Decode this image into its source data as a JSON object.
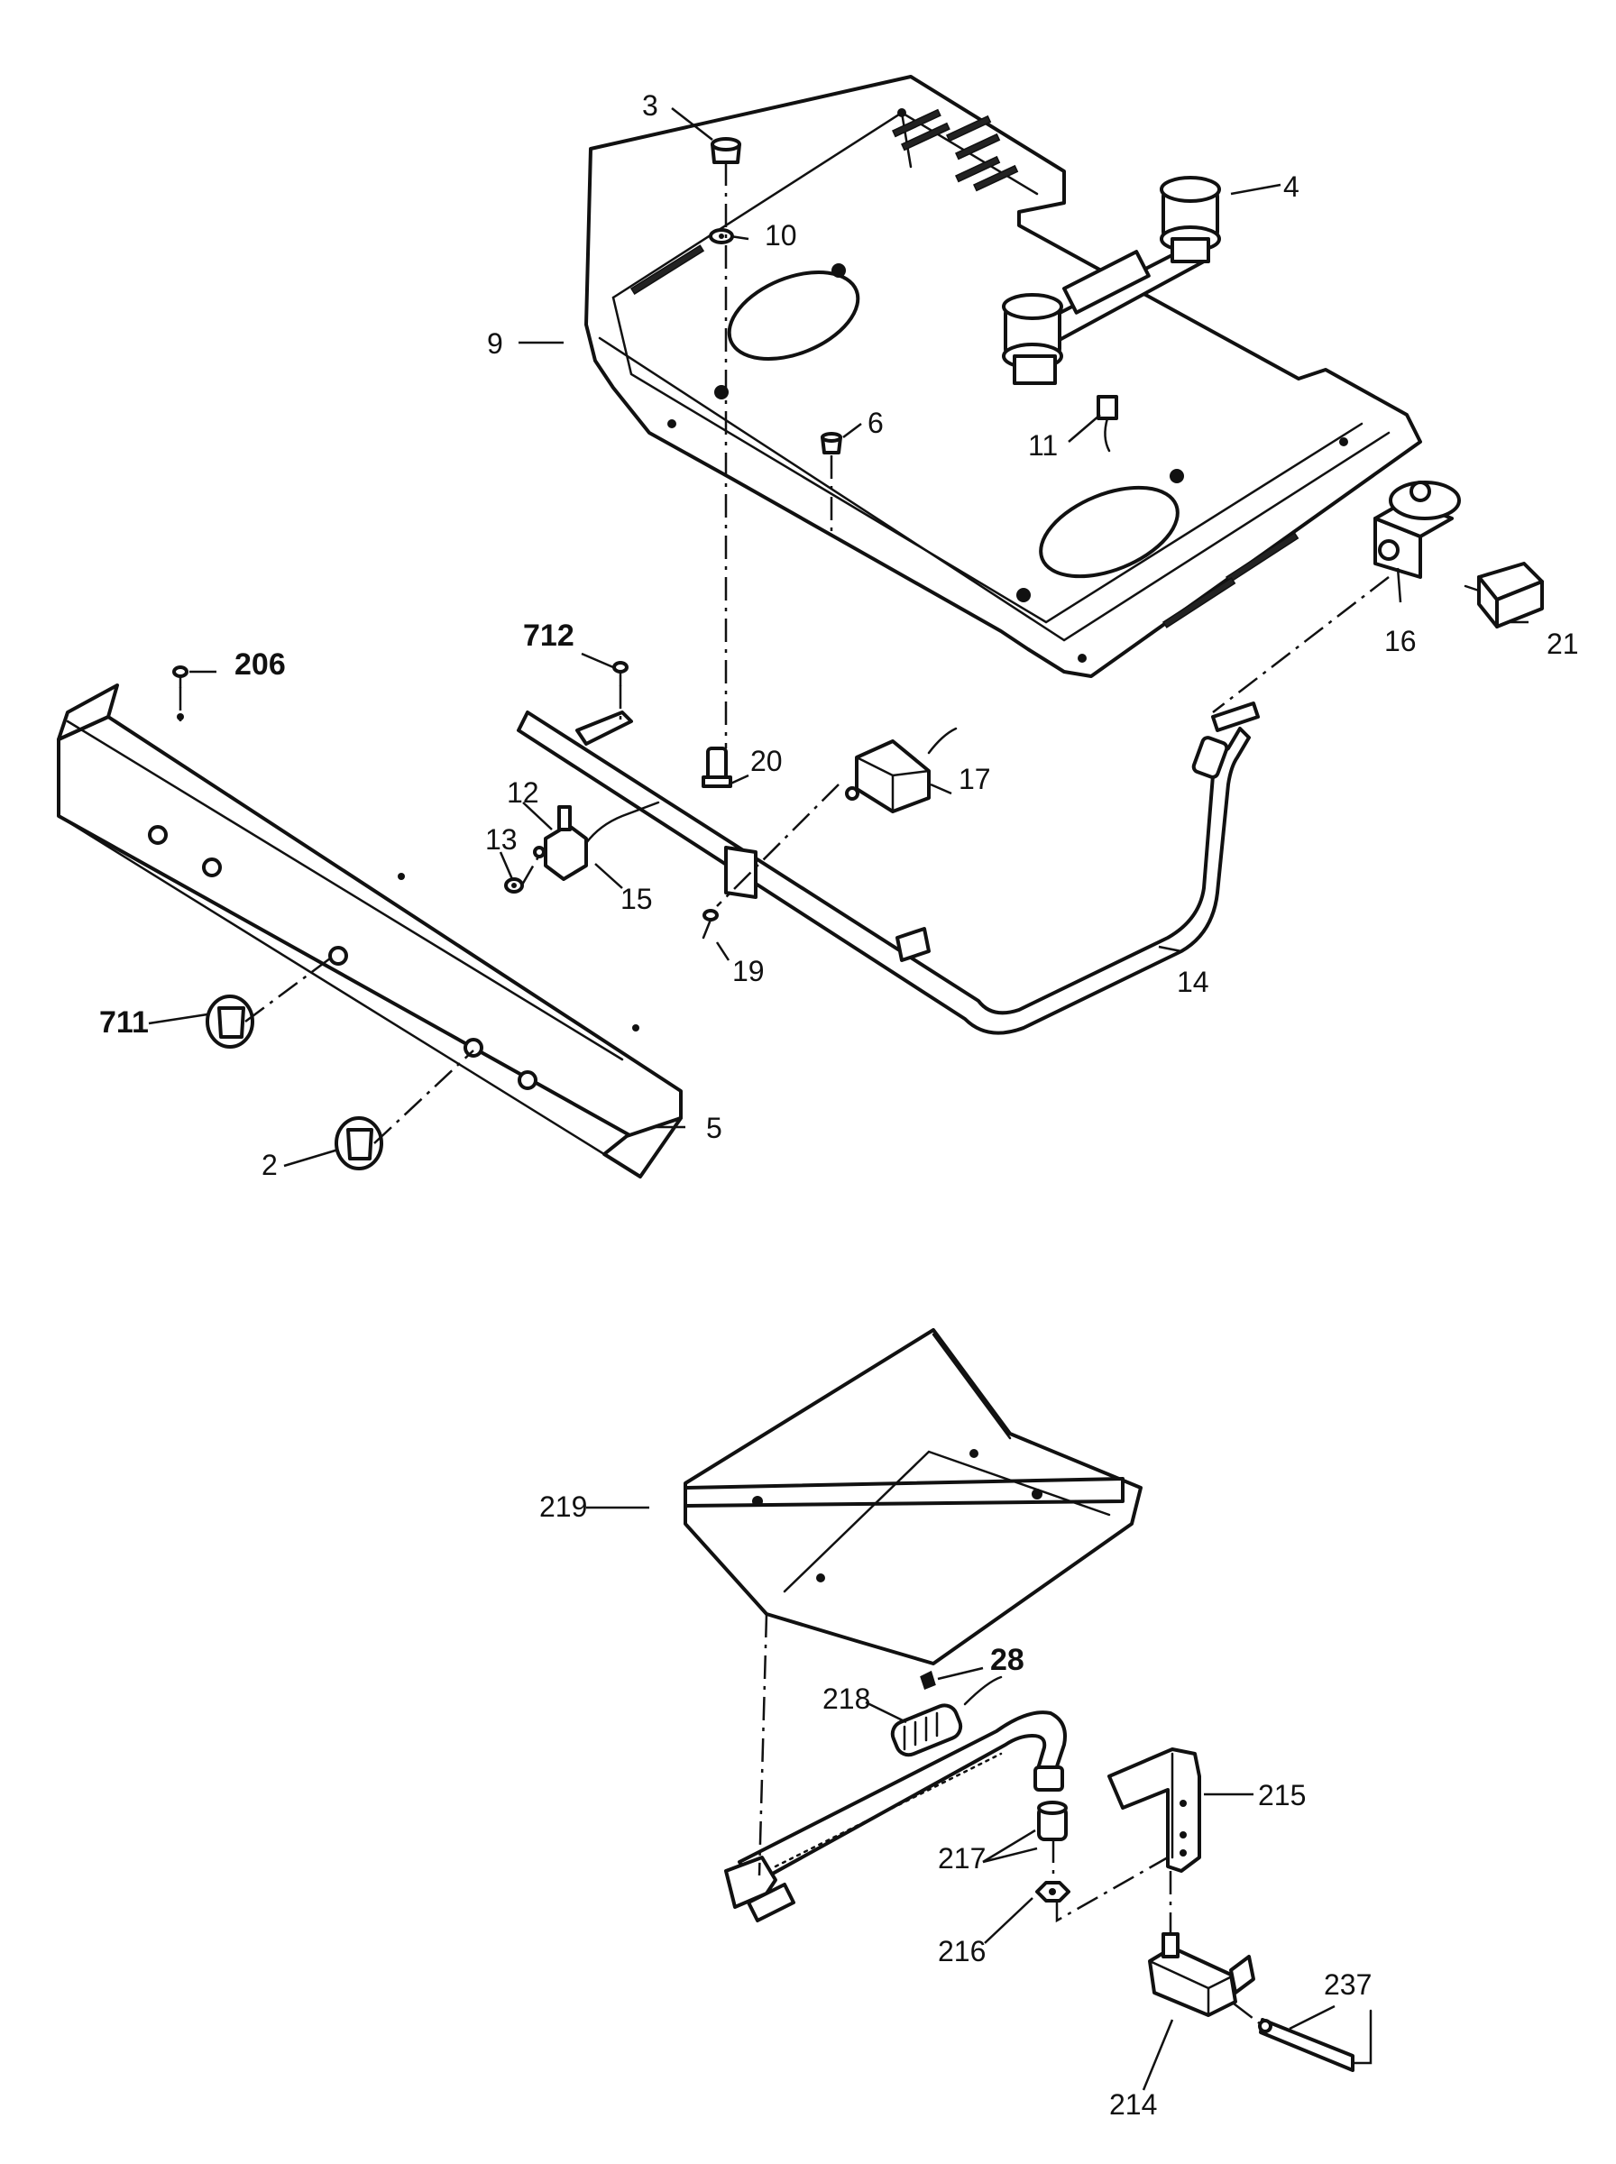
{
  "callouts": {
    "c2": "2",
    "c3": "3",
    "c4": "4",
    "c5": "5",
    "c6": "6",
    "c9": "9",
    "c10": "10",
    "c11": "11",
    "c12": "12",
    "c13": "13",
    "c14": "14",
    "c15": "15",
    "c16": "16",
    "c17": "17",
    "c19": "19",
    "c20": "20",
    "c21": "21",
    "c28": "28",
    "c206": "206",
    "c214": "214",
    "c215": "215",
    "c216": "216",
    "c217": "217",
    "c218": "218",
    "c219": "219",
    "c237": "237",
    "c711": "711",
    "c712": "712"
  }
}
